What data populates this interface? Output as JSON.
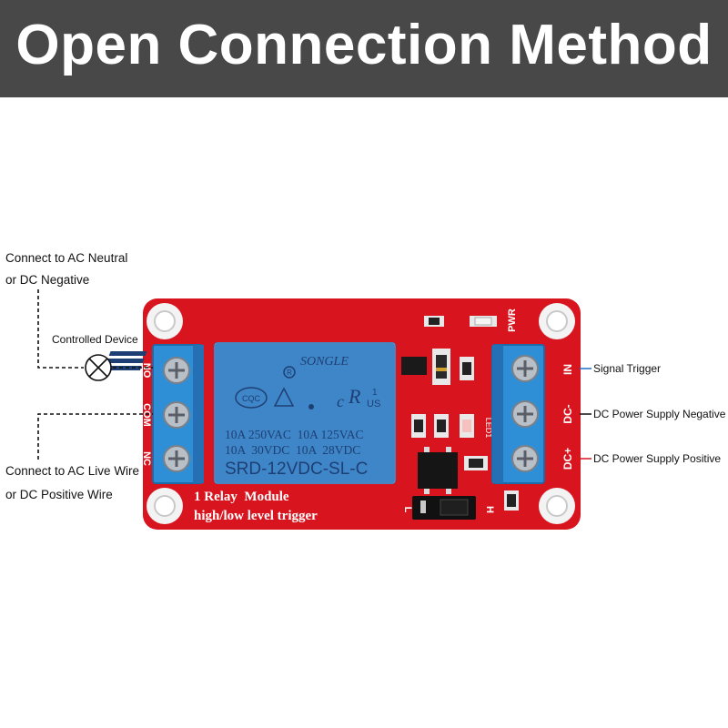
{
  "title": "Open Connection Method",
  "labels": {
    "neutral_line1": "Connect to AC Neutral",
    "neutral_line2": "or DC Negative",
    "controlled_device": "Controlled Device",
    "live_line1": "Connect to AC Live Wire",
    "live_line2": "or DC Positive Wire",
    "signal_trigger": "Signal Trigger",
    "dc_negative": "DC Power Supply Negative",
    "dc_positive": "DC Power Supply Positive"
  },
  "board": {
    "relay_brand": "SONGLE",
    "relay_cert": "CQC",
    "relay_ul": "US",
    "relay_ul_num": "1",
    "relay_rating_1": "10A 250VAC  10A 125VAC",
    "relay_rating_2": "10A  30VDC  10A  28VDC",
    "relay_model": "SRD-12VDC-SL-C",
    "module_line1": "1 Relay  Module",
    "module_line2": "high/low level trigger",
    "pin_no": "NO",
    "pin_com": "COM",
    "pin_nc": "NC",
    "pin_in": "IN",
    "pin_dcm": "DC-",
    "pin_dcp": "DC+",
    "pwr": "PWR",
    "led1": "LED1",
    "jumper_l": "L",
    "jumper_h": "H"
  },
  "colors": {
    "banner": "#484848",
    "pcb": "#d8151f",
    "relay": "#3f86c9",
    "terminal": "#2f8fd6"
  }
}
